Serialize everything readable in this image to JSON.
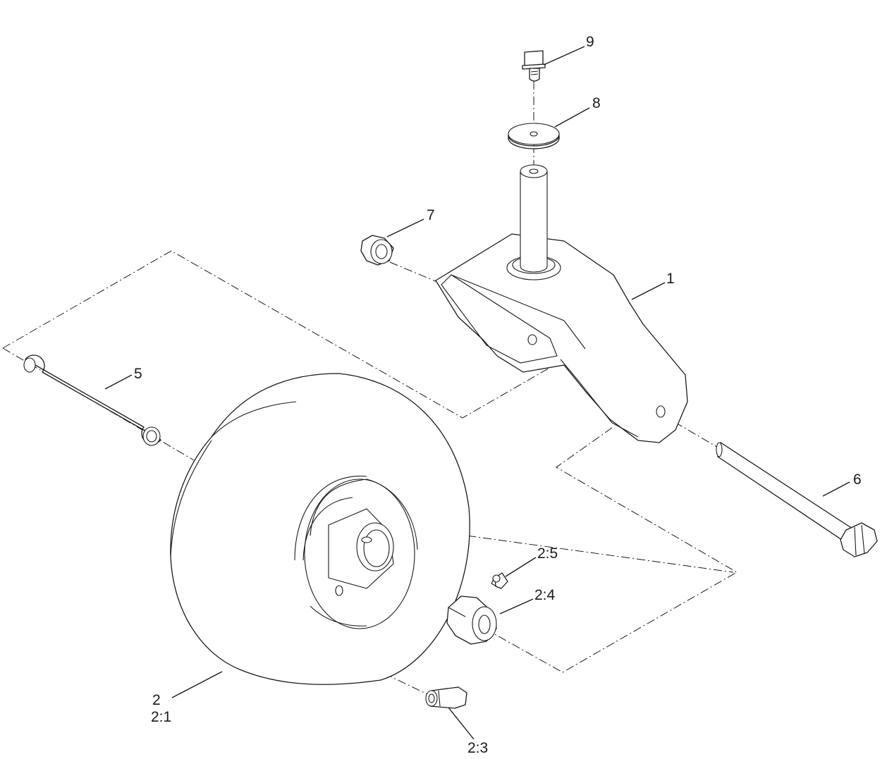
{
  "callouts": {
    "c1": "1",
    "c2": "2",
    "c2_1": "2:1",
    "c2_3": "2:3",
    "c2_4": "2:4",
    "c2_5": "2:5",
    "c5": "5",
    "c6": "6",
    "c7": "7",
    "c8": "8",
    "c9": "9"
  },
  "colors": {
    "line": "#1a1a1a",
    "background": "#ffffff"
  }
}
